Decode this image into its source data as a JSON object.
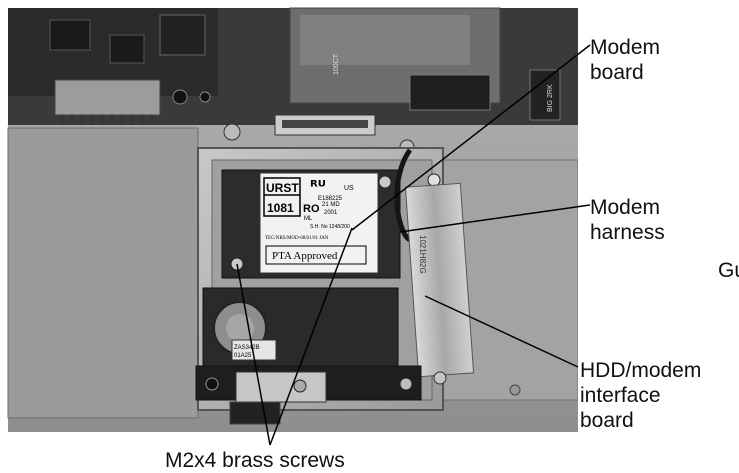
{
  "callouts": {
    "modem_board": "Modem\nboard",
    "modem_harness": "Modem\nharness",
    "hdd_interface": "HDD/modem\ninterface\nboard",
    "screws": "M2x4 brass screws",
    "cut_text": "Gu"
  },
  "photo_labels": {
    "urst": "URST",
    "num1081": "1081",
    "ro": "RO",
    "md": "21 MD",
    "year": "2001",
    "ml": "ML",
    "cert": "E188225",
    "us": "US",
    "approved": "PTA  Approved",
    "telecom": "TEC/NRS/MOD-08/01/01 JAN",
    "sh": "S.H. No 1248/200",
    "chip1": "100CT",
    "chip2": "BIG 2RK",
    "board_code": "1021H82G",
    "speaker_code1": "ZAS342B",
    "speaker_code2": "01A25"
  },
  "colors": {
    "photo_bg": "#8a8a8a",
    "board_dark": "#2e2e2e",
    "metal": "#b5b5b5",
    "label_white": "#f2f2f2",
    "line": "#000000"
  }
}
